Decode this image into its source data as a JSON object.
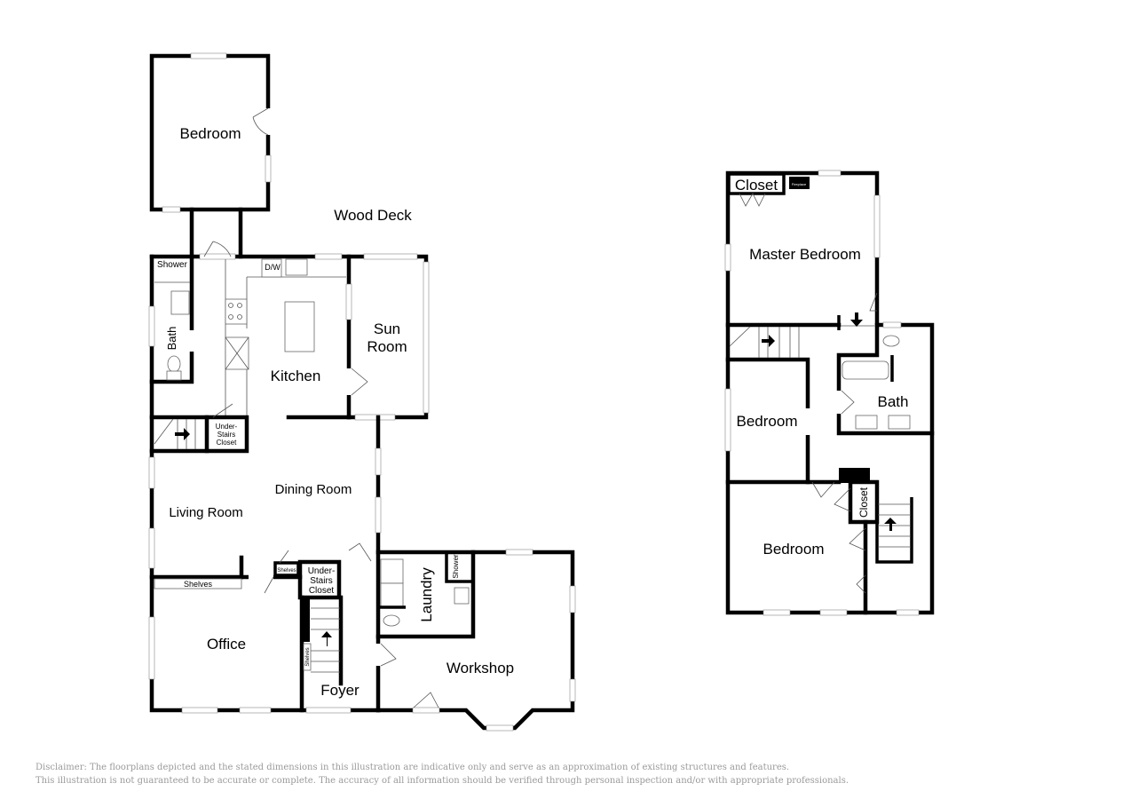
{
  "ground_floor": {
    "rooms": {
      "bedroom": "Bedroom",
      "wood_deck": "Wood Deck",
      "shower": "Shower",
      "dishwasher": "D/W",
      "bath": "Bath",
      "kitchen": "Kitchen",
      "sun_room_line1": "Sun",
      "sun_room_line2": "Room",
      "under_stairs_closet_1": [
        "Under-",
        "Stairs",
        "Closet"
      ],
      "dining_room": "Dining Room",
      "living_room": "Living Room",
      "shelves_office": "Shelves",
      "shelves_small": "Shelves",
      "under_stairs_closet_2": [
        "Under-",
        "Stairs",
        "Closet"
      ],
      "office": "Office",
      "shelves_vertical": "Shelves",
      "foyer": "Foyer",
      "laundry": "Laundry",
      "laundry_shower": "Shower",
      "workshop": "Workshop"
    }
  },
  "upper_floor": {
    "rooms": {
      "closet_top": "Closet",
      "fireplace": "Fireplace",
      "master_bedroom": "Master Bedroom",
      "bath": "Bath",
      "bedroom_middle": "Bedroom",
      "closet_side": "Closet",
      "bedroom_bottom": "Bedroom"
    }
  },
  "disclaimer": {
    "line1": "Disclaimer: The floorplans depicted and the stated dimensions in this illustration are indicative only and serve as an approximation of existing structures and features.",
    "line2": "This illustration is not guaranteed to be accurate or complete. The accuracy of all information should be verified through personal inspection and/or with appropriate professionals."
  }
}
